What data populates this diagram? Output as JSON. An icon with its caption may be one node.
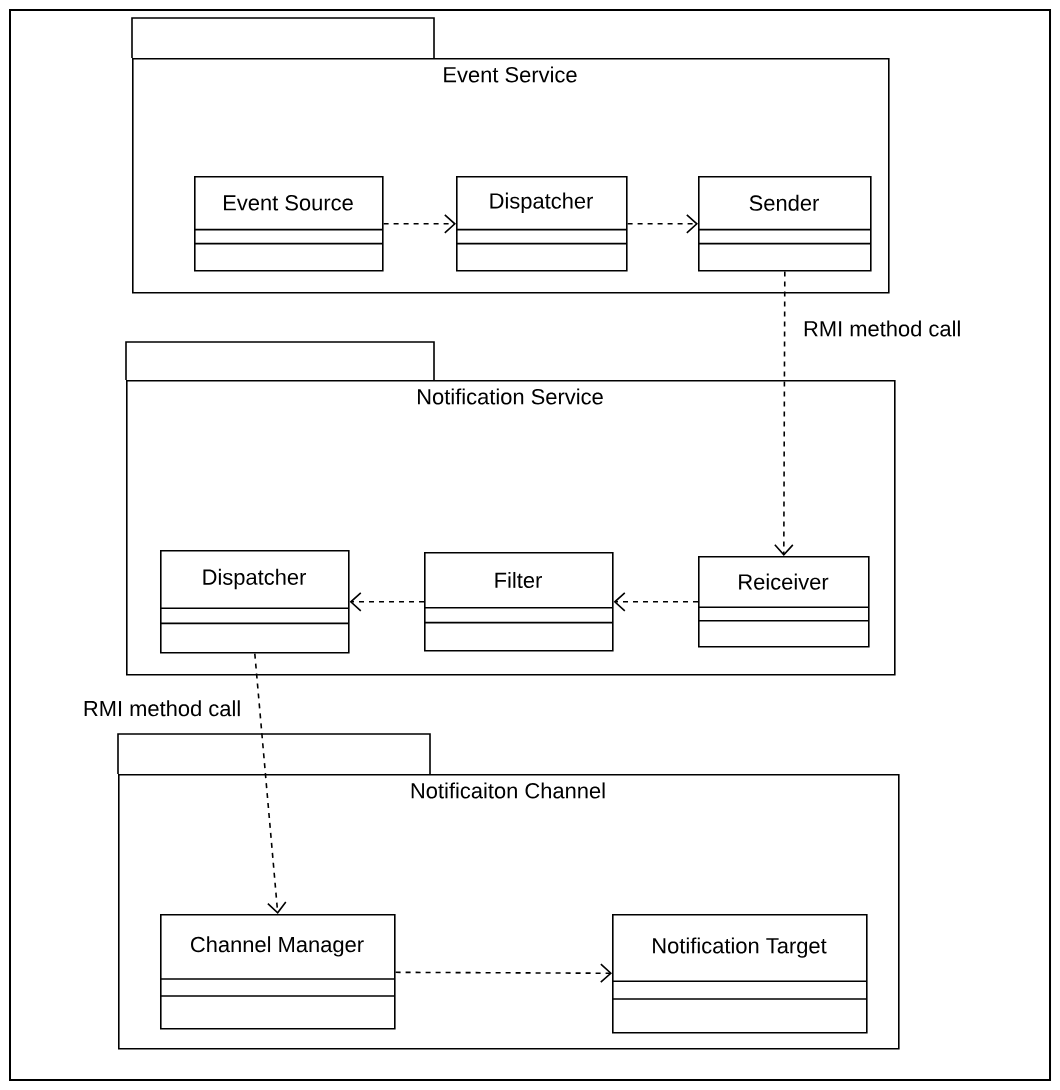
{
  "diagram": {
    "nodes": [
      {
        "text": [
          "Event Service"
        ]
      },
      {
        "text": [
          "Event Source"
        ],
        "in": 0
      },
      {
        "text": [
          "Dispatcher"
        ],
        "in": 0
      },
      {
        "text": [
          "Sender"
        ],
        "in": 0
      },
      {
        "text": [
          "Notification Service"
        ]
      },
      {
        "text": [
          "Dispatcher"
        ],
        "in": 4
      },
      {
        "text": [
          "Filter"
        ],
        "in": 4
      },
      {
        "text": [
          "Reiceiver"
        ],
        "in": 4
      },
      {
        "text": [
          "Notificaiton Channel"
        ]
      },
      {
        "text": [
          "Channel Manager"
        ],
        "in": 8
      },
      {
        "text": [
          "Notification Target"
        ],
        "in": 8
      }
    ],
    "edges": [
      {
        "from": 1,
        "to": 2,
        "arrow": "to",
        "style": "dashed"
      },
      {
        "from": 2,
        "to": 3,
        "arrow": "to",
        "style": "dashed"
      },
      {
        "from": 3,
        "to": 7,
        "arrow": "to",
        "style": "dashed",
        "label": "RMI method call"
      },
      {
        "from": 7,
        "to": 6,
        "arrow": "to",
        "style": "dashed"
      },
      {
        "from": 6,
        "to": 5,
        "arrow": "to",
        "style": "dashed"
      },
      {
        "from": 5,
        "to": 9,
        "arrow": "to",
        "style": "dashed",
        "label": "RMI method call"
      },
      {
        "from": 9,
        "to": 10,
        "arrow": "to",
        "style": "dashed"
      }
    ]
  }
}
